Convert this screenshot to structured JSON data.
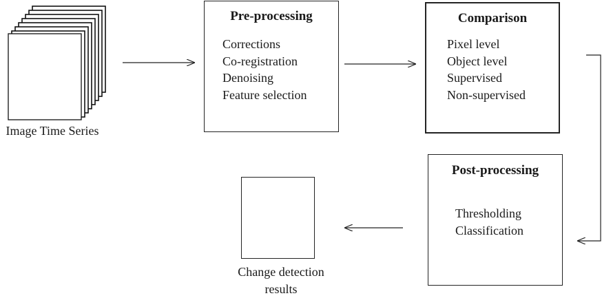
{
  "input": {
    "label": "Image Time Series"
  },
  "preprocessing": {
    "title": "Pre-processing",
    "items": [
      "Corrections",
      "Co-registration",
      "Denoising",
      "Feature selection"
    ]
  },
  "comparison": {
    "title": "Comparison",
    "items": [
      "Pixel level",
      "Object level",
      "Supervised",
      "Non-supervised"
    ]
  },
  "postprocessing": {
    "title": "Post-processing",
    "items": [
      "Thresholding",
      "Classification"
    ]
  },
  "output": {
    "label_line1": "Change detection",
    "label_line2": "results"
  }
}
